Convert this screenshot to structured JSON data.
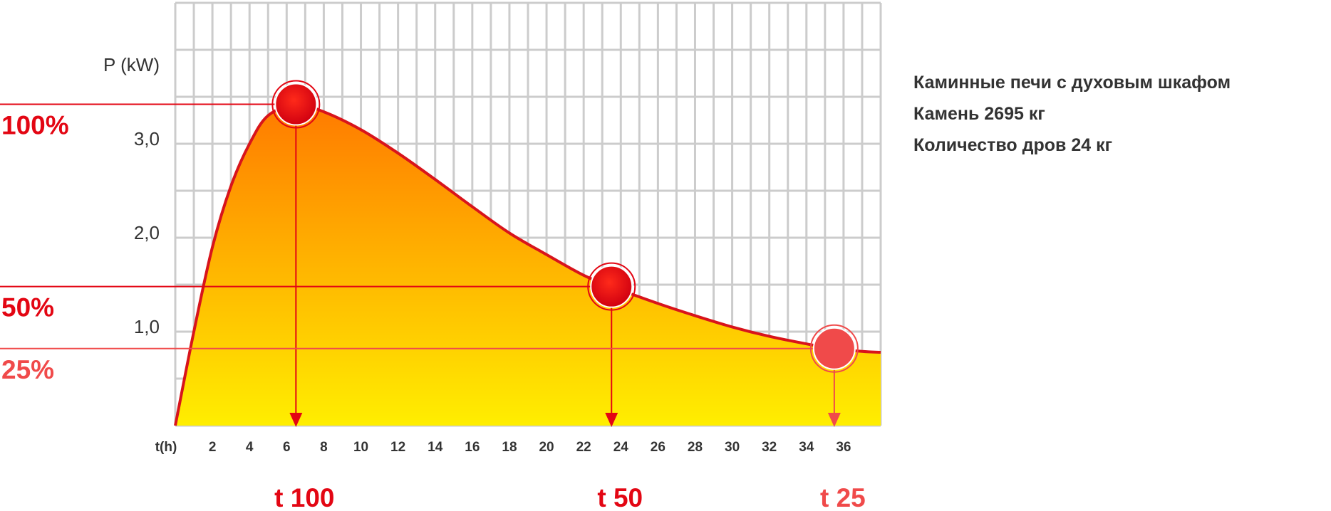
{
  "chart_data": {
    "type": "area",
    "ylabel": "P (kW)",
    "xlabel": "t(h)",
    "y_ticks": [
      "3,0",
      "2,0",
      "1,0"
    ],
    "y_tick_values": [
      3.0,
      2.0,
      1.0
    ],
    "x_ticks": [
      "2",
      "4",
      "6",
      "8",
      "10",
      "12",
      "14",
      "16",
      "18",
      "20",
      "22",
      "24",
      "26",
      "28",
      "30",
      "32",
      "34",
      "36"
    ],
    "x_tick_values": [
      2,
      4,
      6,
      8,
      10,
      12,
      14,
      16,
      18,
      20,
      22,
      24,
      26,
      28,
      30,
      32,
      34,
      36
    ],
    "xlim": [
      0,
      38
    ],
    "ylim": [
      0,
      4.5
    ],
    "grid": true,
    "series": [
      {
        "x": [
          0,
          1,
          2,
          3,
          4,
          5,
          6.5,
          8,
          10,
          12,
          14,
          16,
          18,
          20,
          22,
          23.5,
          26,
          28,
          30,
          32,
          34,
          35.5,
          37,
          38
        ],
        "y": [
          0,
          1.0,
          1.9,
          2.55,
          3.0,
          3.3,
          3.42,
          3.34,
          3.15,
          2.9,
          2.62,
          2.33,
          2.05,
          1.82,
          1.6,
          1.48,
          1.3,
          1.17,
          1.05,
          0.95,
          0.87,
          0.82,
          0.79,
          0.78
        ]
      }
    ],
    "markers": [
      {
        "label": "100%",
        "x": 6.5,
        "y": 3.42,
        "t_label": "t 100",
        "color": "#e30613"
      },
      {
        "label": "50%",
        "x": 23.5,
        "y": 1.48,
        "t_label": "t 50",
        "color": "#e30613"
      },
      {
        "label": "25%",
        "x": 35.5,
        "y": 0.82,
        "t_label": "t 25",
        "color": "#f04a4a"
      }
    ],
    "colors": {
      "fill_top": "#ff7a00",
      "fill_bottom": "#ffee00",
      "line": "#d8141b",
      "grid": "#cccccc",
      "marker_main": "#e30613",
      "marker_light": "#f04a4a"
    }
  },
  "info": {
    "line1": "Каминные печи с духовым шкафом",
    "line2": "Камень 2695 кг",
    "line3": "Количество дров 24 кг"
  }
}
